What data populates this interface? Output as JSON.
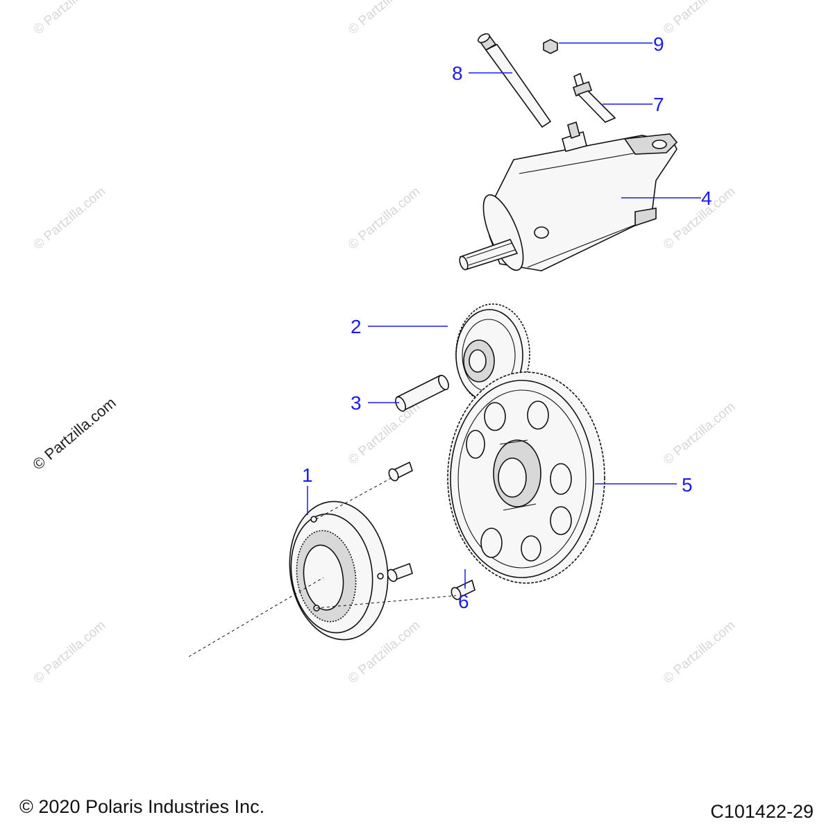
{
  "diagram": {
    "callouts": [
      {
        "id": "1",
        "label": "1"
      },
      {
        "id": "2",
        "label": "2"
      },
      {
        "id": "3",
        "label": "3"
      },
      {
        "id": "4",
        "label": "4"
      },
      {
        "id": "5",
        "label": "5"
      },
      {
        "id": "6",
        "label": "6"
      },
      {
        "id": "7",
        "label": "7"
      },
      {
        "id": "8",
        "label": "8"
      },
      {
        "id": "9",
        "label": "9"
      }
    ],
    "watermark_text": "© Partzilla.com",
    "callout_color": "#1a1aff"
  },
  "footer": {
    "copyright": "© 2020 Polaris Industries Inc.",
    "diagram_code": "C101422-29"
  }
}
